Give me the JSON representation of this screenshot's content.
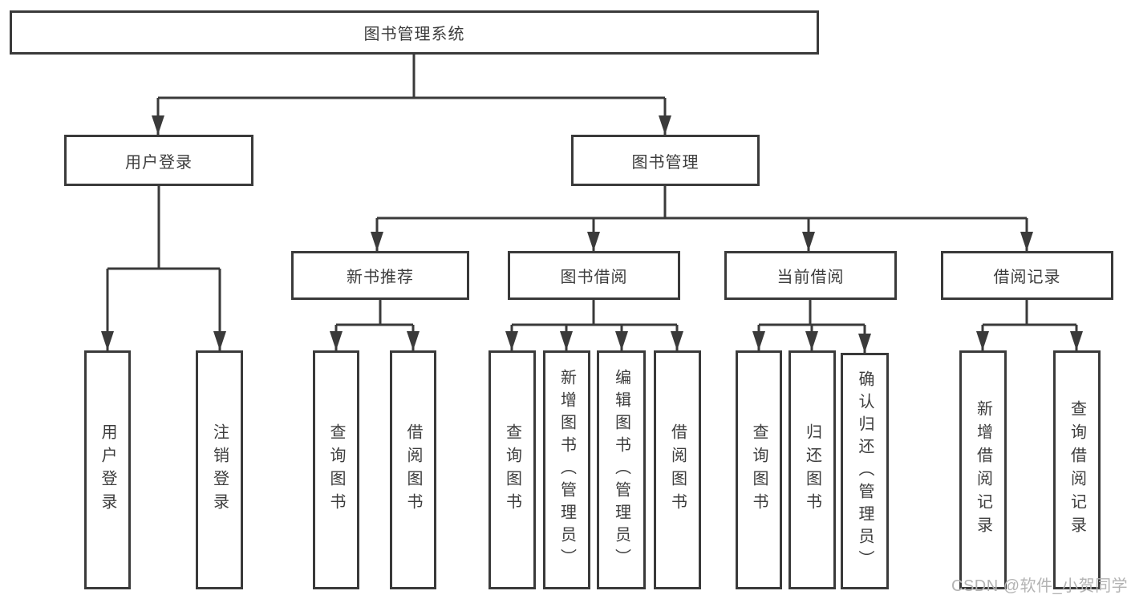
{
  "diagram_type": "hierarchy-tree",
  "nodes": {
    "root": {
      "label": "图书管理系统",
      "children": [
        "user_login",
        "book_management"
      ]
    },
    "user_login": {
      "label": "用户登录",
      "children": [
        "leaf_user_login",
        "leaf_logout"
      ]
    },
    "book_management": {
      "label": "图书管理",
      "children": [
        "new_book_recommend",
        "book_borrowing",
        "current_borrowing",
        "borrowing_records"
      ]
    },
    "new_book_recommend": {
      "label": "新书推荐",
      "children": [
        "leaf_query_books_recommend",
        "leaf_borrow_books_recommend"
      ]
    },
    "book_borrowing": {
      "label": "图书借阅",
      "children": [
        "leaf_query_books_borrowing",
        "leaf_add_books_admin",
        "leaf_edit_books_admin",
        "leaf_borrow_books_borrowing"
      ]
    },
    "current_borrowing": {
      "label": "当前借阅",
      "children": [
        "leaf_query_books_current",
        "leaf_return_books",
        "leaf_confirm_return_admin"
      ]
    },
    "borrowing_records": {
      "label": "借阅记录",
      "children": [
        "leaf_add_borrow_record",
        "leaf_query_borrow_record"
      ]
    },
    "leaf_user_login": {
      "label": "用户登录"
    },
    "leaf_logout": {
      "label": "注销登录"
    },
    "leaf_query_books_recommend": {
      "label": "查询图书"
    },
    "leaf_borrow_books_recommend": {
      "label": "借阅图书"
    },
    "leaf_query_books_borrowing": {
      "label": "查询图书"
    },
    "leaf_add_books_admin": {
      "label": "新增图书（管理员）"
    },
    "leaf_edit_books_admin": {
      "label": "编辑图书（管理员）"
    },
    "leaf_borrow_books_borrowing": {
      "label": "借阅图书"
    },
    "leaf_query_books_current": {
      "label": "查询图书"
    },
    "leaf_return_books": {
      "label": "归还图书"
    },
    "leaf_confirm_return_admin": {
      "label": "确认归还（管理员）"
    },
    "leaf_add_borrow_record": {
      "label": "新增借阅记录"
    },
    "leaf_query_borrow_record": {
      "label": "查询借阅记录"
    }
  },
  "watermark": {
    "text": "CSDN @软件_小贺同学"
  },
  "colors": {
    "line": "#3a3a3a",
    "box_border": "#3a3a3a",
    "box_background": "#ffffff",
    "text": "#3d3d3d",
    "watermark": "#b3b3b3",
    "page_background": "#ffffff"
  }
}
